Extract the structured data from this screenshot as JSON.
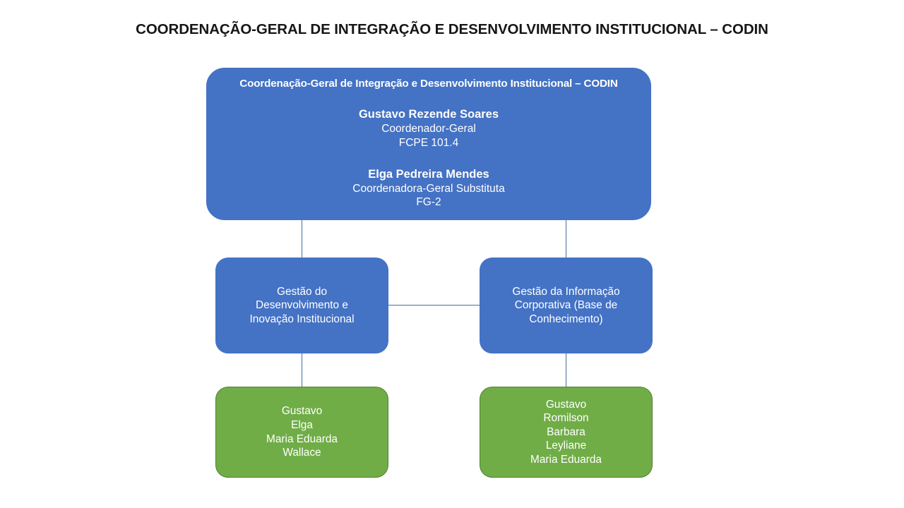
{
  "page": {
    "title": "COORDENAÇÃO-GERAL DE INTEGRAÇÃO E DESENVOLVIMENTO INSTITUCIONAL – CODIN",
    "background": "#FFFFFF"
  },
  "colors": {
    "node_blue": "#4472C4",
    "node_green": "#70AD47",
    "connector": "#41719C",
    "node_text": "#FFFFFF",
    "title_text": "#161616"
  },
  "org_chart": {
    "type": "diagram",
    "root": {
      "heading": "Coordenação-Geral de Integração e Desenvolvimento Institucional – CODIN",
      "people": [
        {
          "name": "Gustavo Rezende Soares",
          "role": "Coordenador-Geral",
          "code": "FCPE 101.4"
        },
        {
          "name": "Elga Pedreira Mendes",
          "role": "Coordenadora-Geral Substituta",
          "code": "FG-2"
        }
      ]
    },
    "units": [
      {
        "id": "mid-left",
        "lines": [
          "Gestão do",
          "Desenvolvimento e",
          "Inovação Institucional"
        ]
      },
      {
        "id": "mid-right",
        "lines": [
          "Gestão da Informação",
          "Corporativa (Base de",
          "Conhecimento)"
        ]
      }
    ],
    "teams": [
      {
        "id": "leaf-left",
        "members": [
          "Gustavo",
          "Elga",
          "Maria Eduarda",
          "Wallace"
        ]
      },
      {
        "id": "leaf-right",
        "members": [
          "Gustavo",
          "Romilson",
          "Barbara",
          "Leyliane",
          "Maria Eduarda"
        ]
      }
    ]
  }
}
